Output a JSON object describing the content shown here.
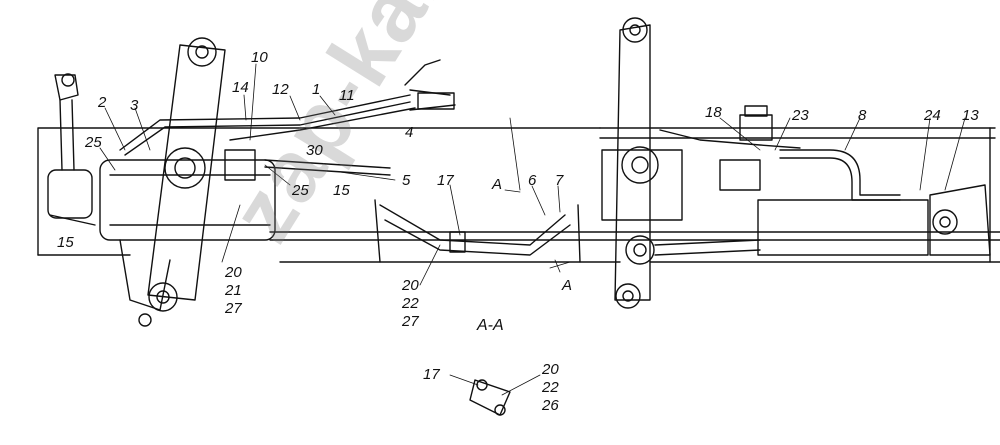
{
  "labels": {
    "l10": "10",
    "l14": "14",
    "l12": "12",
    "l1": "1",
    "l11": "11",
    "l2": "2",
    "l3": "3",
    "l4": "4",
    "l25a": "25",
    "l30": "30",
    "l25b": "25",
    "l15a": "15",
    "l5": "5",
    "l15b": "15",
    "l20a": "20",
    "l21": "21",
    "l27a": "27",
    "l17a": "17",
    "lA1": "A",
    "l6": "6",
    "l7": "7",
    "lA2": "A",
    "l20b": "20",
    "l22a": "22",
    "l27b": "27",
    "l18": "18",
    "l23": "23",
    "l8": "8",
    "l24": "24",
    "l13": "13",
    "l17b": "17",
    "l20c": "20",
    "l22b": "22",
    "l26": "26"
  },
  "section_label": "A-A",
  "watermark": "zap-kamaz.ru"
}
